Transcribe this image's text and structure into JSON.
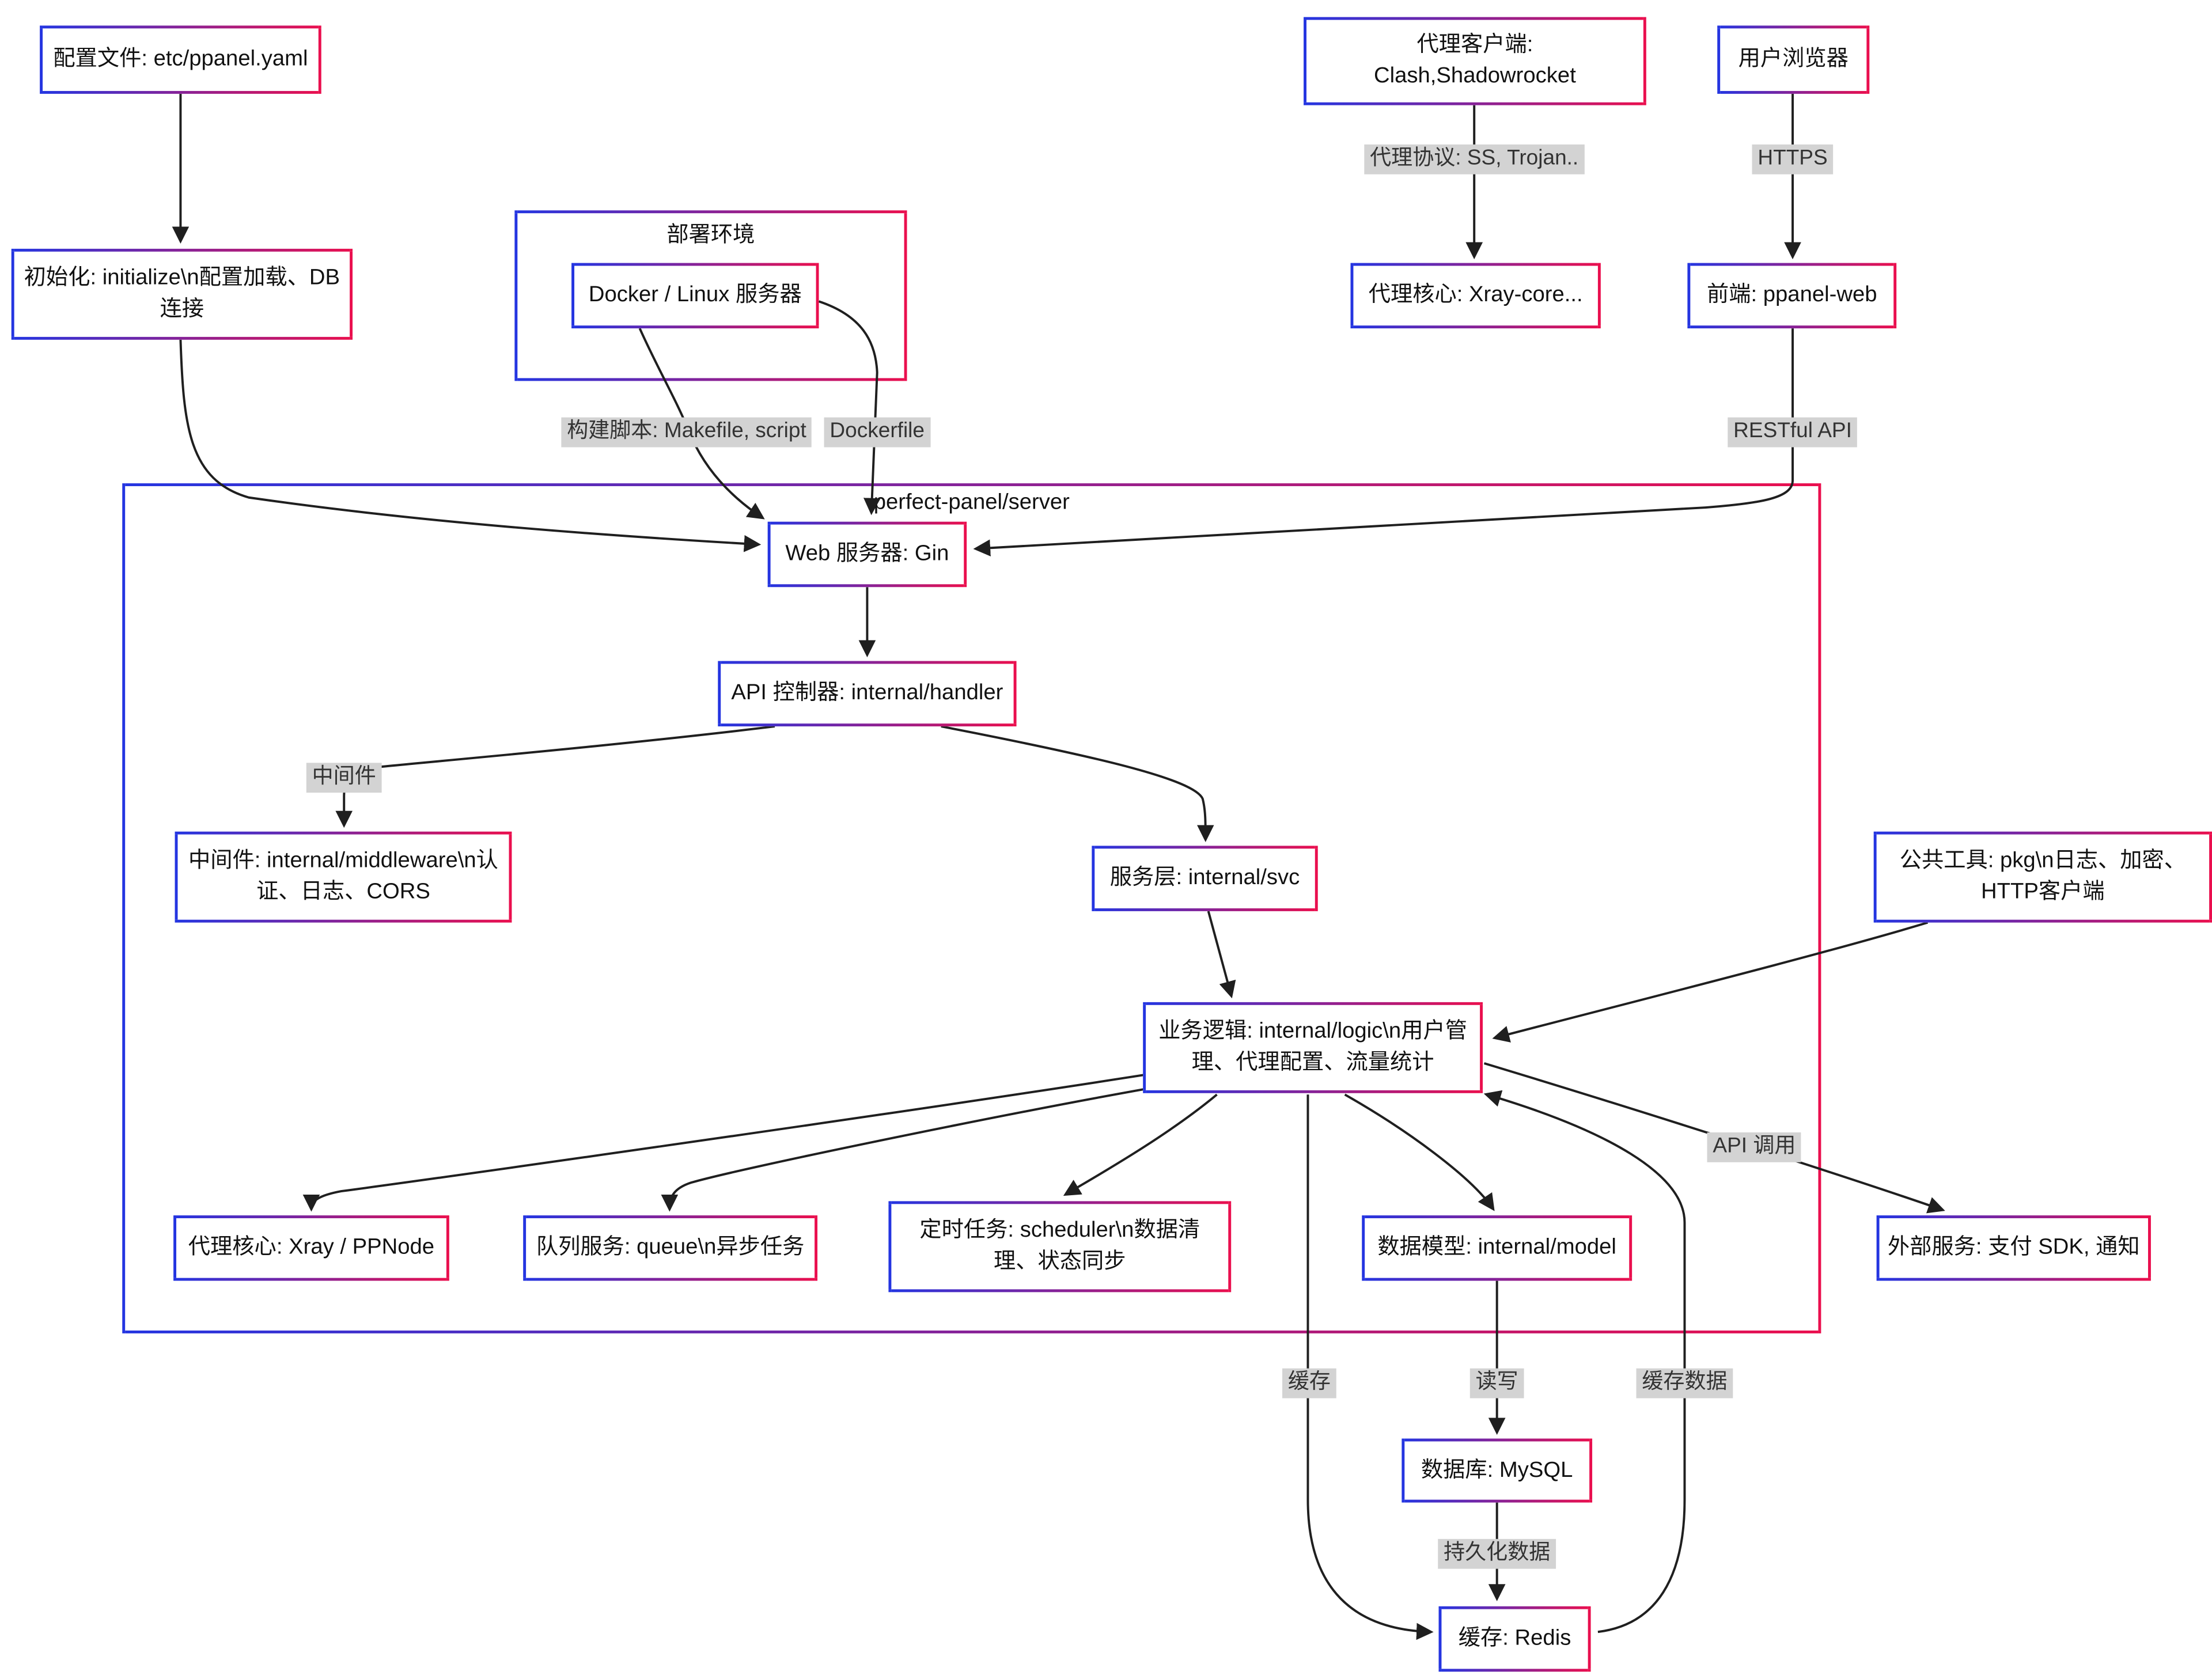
{
  "colors": {
    "node_border_start": "#2435e1",
    "node_border_end": "#ea0f4e",
    "edge_label_bg": "#d3d3d3",
    "edge_stroke": "#1f1f1f",
    "text": "#111111"
  },
  "containers": {
    "deploy_env": "部署环境",
    "server": "perfect-panel/server"
  },
  "nodes": {
    "config_file": "配置文件: etc/ppanel.yaml",
    "init": "初始化: initialize\\n配置加载、DB连接",
    "docker": "Docker / Linux 服务器",
    "proxy_client": "代理客户端:\nClash,Shadowrocket",
    "browser": "用户浏览器",
    "xray_core": "代理核心: Xray-core...",
    "frontend": "前端: ppanel-web",
    "gin": "Web 服务器: Gin",
    "handler": "API 控制器: internal/handler",
    "middleware": "中间件: internal/middleware\\n认证、日志、CORS",
    "svc": "服务层: internal/svc",
    "pkg": "公共工具: pkg\\n日志、加密、HTTP客户端",
    "logic": "业务逻辑: internal/logic\\n用户管理、代理配置、流量统计",
    "ppnode": "代理核心: Xray / PPNode",
    "queue": "队列服务: queue\\n异步任务",
    "scheduler": "定时任务: scheduler\\n数据清理、状态同步",
    "model": "数据模型: internal/model",
    "external": "外部服务: 支付 SDK, 通知",
    "mysql": "数据库: MySQL",
    "redis": "缓存: Redis"
  },
  "edge_labels": {
    "proxy_protocol": "代理协议: SS, Trojan..",
    "https": "HTTPS",
    "build_script": "构建脚本: Makefile, script",
    "dockerfile": "Dockerfile",
    "restful_api": "RESTful API",
    "middleware": "中间件",
    "api_call": "API 调用",
    "cache": "缓存",
    "read_write": "读写",
    "cache_data": "缓存数据",
    "persist_data": "持久化数据"
  }
}
